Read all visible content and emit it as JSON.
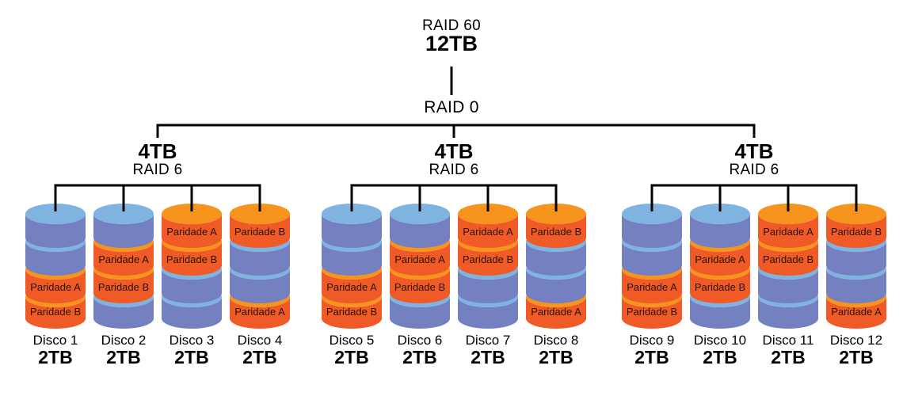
{
  "header": {
    "raid_level": "RAID 60",
    "total_capacity": "12TB",
    "stripe_label": "RAID 0"
  },
  "colors": {
    "data_body": "#7480C0",
    "data_top": "#7FB3E0",
    "parity_body": "#EF5A26",
    "parity_top": "#F7941E",
    "line": "#000000",
    "text": "#000000",
    "parity_text": "#2B1407",
    "background": "#FFFFFF"
  },
  "groups": [
    {
      "capacity": "4TB",
      "raid_label": "RAID 6",
      "disks": [
        {
          "name": "Disco 1",
          "capacity": "2TB",
          "segments": [
            {
              "type": "data",
              "label": ""
            },
            {
              "type": "data",
              "label": ""
            },
            {
              "type": "parity",
              "label": "Paridade A"
            },
            {
              "type": "parity",
              "label": "Paridade B"
            }
          ]
        },
        {
          "name": "Disco 2",
          "capacity": "2TB",
          "segments": [
            {
              "type": "data",
              "label": ""
            },
            {
              "type": "parity",
              "label": "Paridade A"
            },
            {
              "type": "parity",
              "label": "Paridade B"
            },
            {
              "type": "data",
              "label": ""
            }
          ]
        },
        {
          "name": "Disco 3",
          "capacity": "2TB",
          "segments": [
            {
              "type": "parity",
              "label": "Paridade A"
            },
            {
              "type": "parity",
              "label": "Paridade B"
            },
            {
              "type": "data",
              "label": ""
            },
            {
              "type": "data",
              "label": ""
            }
          ]
        },
        {
          "name": "Disco 4",
          "capacity": "2TB",
          "segments": [
            {
              "type": "parity",
              "label": "Paridade B"
            },
            {
              "type": "data",
              "label": ""
            },
            {
              "type": "data",
              "label": ""
            },
            {
              "type": "parity",
              "label": "Paridade A"
            }
          ]
        }
      ]
    },
    {
      "capacity": "4TB",
      "raid_label": "RAID 6",
      "disks": [
        {
          "name": "Disco 5",
          "capacity": "2TB",
          "segments": [
            {
              "type": "data",
              "label": ""
            },
            {
              "type": "data",
              "label": ""
            },
            {
              "type": "parity",
              "label": "Paridade A"
            },
            {
              "type": "parity",
              "label": "Paridade B"
            }
          ]
        },
        {
          "name": "Disco 6",
          "capacity": "2TB",
          "segments": [
            {
              "type": "data",
              "label": ""
            },
            {
              "type": "parity",
              "label": "Paridade A"
            },
            {
              "type": "parity",
              "label": "Paridade B"
            },
            {
              "type": "data",
              "label": ""
            }
          ]
        },
        {
          "name": "Disco 7",
          "capacity": "2TB",
          "segments": [
            {
              "type": "parity",
              "label": "Paridade A"
            },
            {
              "type": "parity",
              "label": "Paridade B"
            },
            {
              "type": "data",
              "label": ""
            },
            {
              "type": "data",
              "label": ""
            }
          ]
        },
        {
          "name": "Disco 8",
          "capacity": "2TB",
          "segments": [
            {
              "type": "parity",
              "label": "Paridade B"
            },
            {
              "type": "data",
              "label": ""
            },
            {
              "type": "data",
              "label": ""
            },
            {
              "type": "parity",
              "label": "Paridade A"
            }
          ]
        }
      ]
    },
    {
      "capacity": "4TB",
      "raid_label": "RAID 6",
      "disks": [
        {
          "name": "Disco 9",
          "capacity": "2TB",
          "segments": [
            {
              "type": "data",
              "label": ""
            },
            {
              "type": "data",
              "label": ""
            },
            {
              "type": "parity",
              "label": "Paridade A"
            },
            {
              "type": "parity",
              "label": "Paridade B"
            }
          ]
        },
        {
          "name": "Disco 10",
          "capacity": "2TB",
          "segments": [
            {
              "type": "data",
              "label": ""
            },
            {
              "type": "parity",
              "label": "Paridade A"
            },
            {
              "type": "parity",
              "label": "Paridade B"
            },
            {
              "type": "data",
              "label": ""
            }
          ]
        },
        {
          "name": "Disco 11",
          "capacity": "2TB",
          "segments": [
            {
              "type": "parity",
              "label": "Paridade A"
            },
            {
              "type": "parity",
              "label": "Paridade B"
            },
            {
              "type": "data",
              "label": ""
            },
            {
              "type": "data",
              "label": ""
            }
          ]
        },
        {
          "name": "Disco 12",
          "capacity": "2TB",
          "segments": [
            {
              "type": "parity",
              "label": "Paridade B"
            },
            {
              "type": "data",
              "label": ""
            },
            {
              "type": "data",
              "label": ""
            },
            {
              "type": "parity",
              "label": "Paridade A"
            }
          ]
        }
      ]
    }
  ]
}
